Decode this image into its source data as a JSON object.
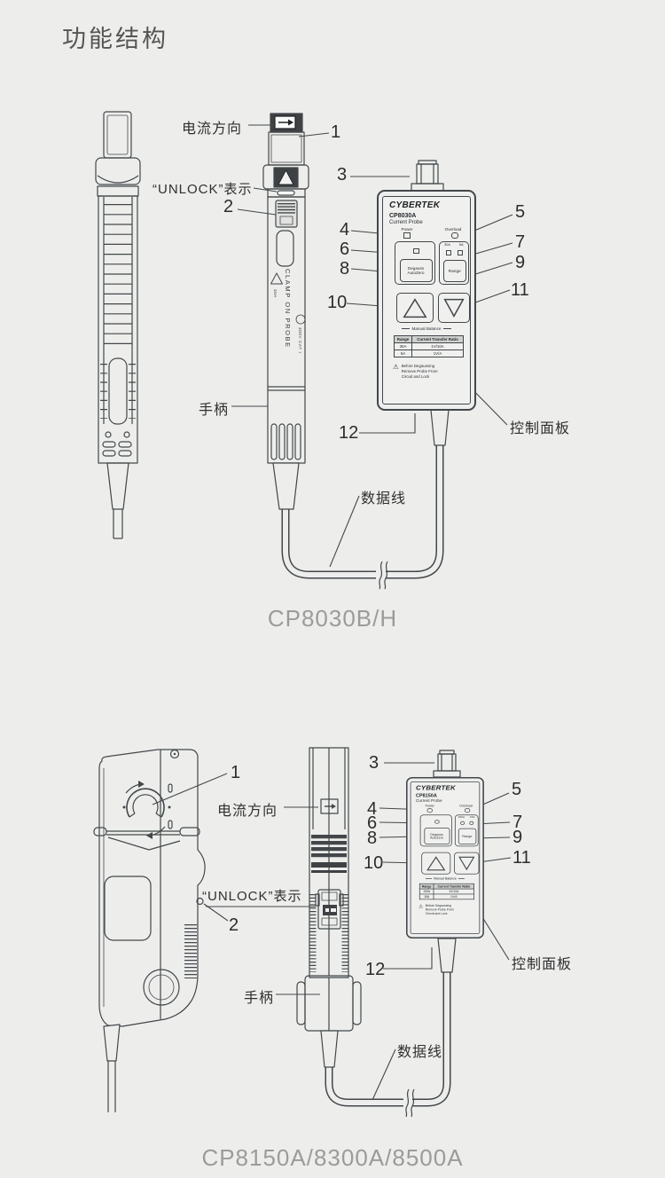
{
  "page": {
    "title": "功能结构"
  },
  "colors": {
    "background": "#edeeec",
    "line": "#43474a",
    "caption": "#9b9b9b",
    "dark_fill": "#3e4244"
  },
  "callouts": {
    "current_direction": "电流方向",
    "unlock_indicator": "“UNLOCK”表示",
    "handle": "手柄",
    "data_cable": "数据线",
    "control_panel": "控制面板"
  },
  "numbers": {
    "n1": "1",
    "n2": "2",
    "n3": "3",
    "n4": "4",
    "n5": "5",
    "n6": "6",
    "n7": "7",
    "n8": "8",
    "n9": "9",
    "n10": "10",
    "n11": "11",
    "n12": "12"
  },
  "figure1": {
    "caption": "CP8030B/H",
    "probe_markings": {
      "clamp_on_probe": "CLAMP ON PROBE",
      "rating_current": "30A",
      "rating_voltage": "300V CAT I"
    },
    "panel": {
      "brand": "CYBERTEK",
      "model": "CP8030A",
      "type": "Current Probe",
      "power_label": "Power",
      "overload_label": "Overload",
      "range_a": "30A",
      "range_b": "5A",
      "degauss_line1": "Degauss",
      "degauss_line2": "AutoZero",
      "range_button": "Range",
      "manual_balance": "Manual Balance",
      "table_header_range": "Range",
      "table_header_ratio": "Current Transfer Ratio",
      "table_rows": [
        [
          "30A",
          "1V/10A"
        ],
        [
          "5A",
          "1V/A"
        ]
      ],
      "warning_line1": "Before Degaussing",
      "warning_line2": "Remove Probe From",
      "warning_line3": "Circuit and Lock"
    }
  },
  "figure2": {
    "caption": "CP8150A/8300A/8500A",
    "panel": {
      "brand": "CYBERTEK",
      "model": "CP8150A",
      "type": "Current Probe",
      "power_label": "Power",
      "overload_label": "Overload",
      "range_a": "150A",
      "range_b": "15A",
      "degauss_line1": "Degauss",
      "degauss_line2": "AutoZero",
      "range_button": "Range",
      "manual_balance": "Manual Balance",
      "table_header_range": "Range",
      "table_header_ratio": "Current Transfer Ratio",
      "table_rows": [
        [
          "150A",
          "1V/10A"
        ],
        [
          "15A",
          "1V/A"
        ]
      ],
      "warning_line1": "Before Degaussing",
      "warning_line2": "Remove Probe From",
      "warning_line3": "Circuit and Lock"
    }
  }
}
